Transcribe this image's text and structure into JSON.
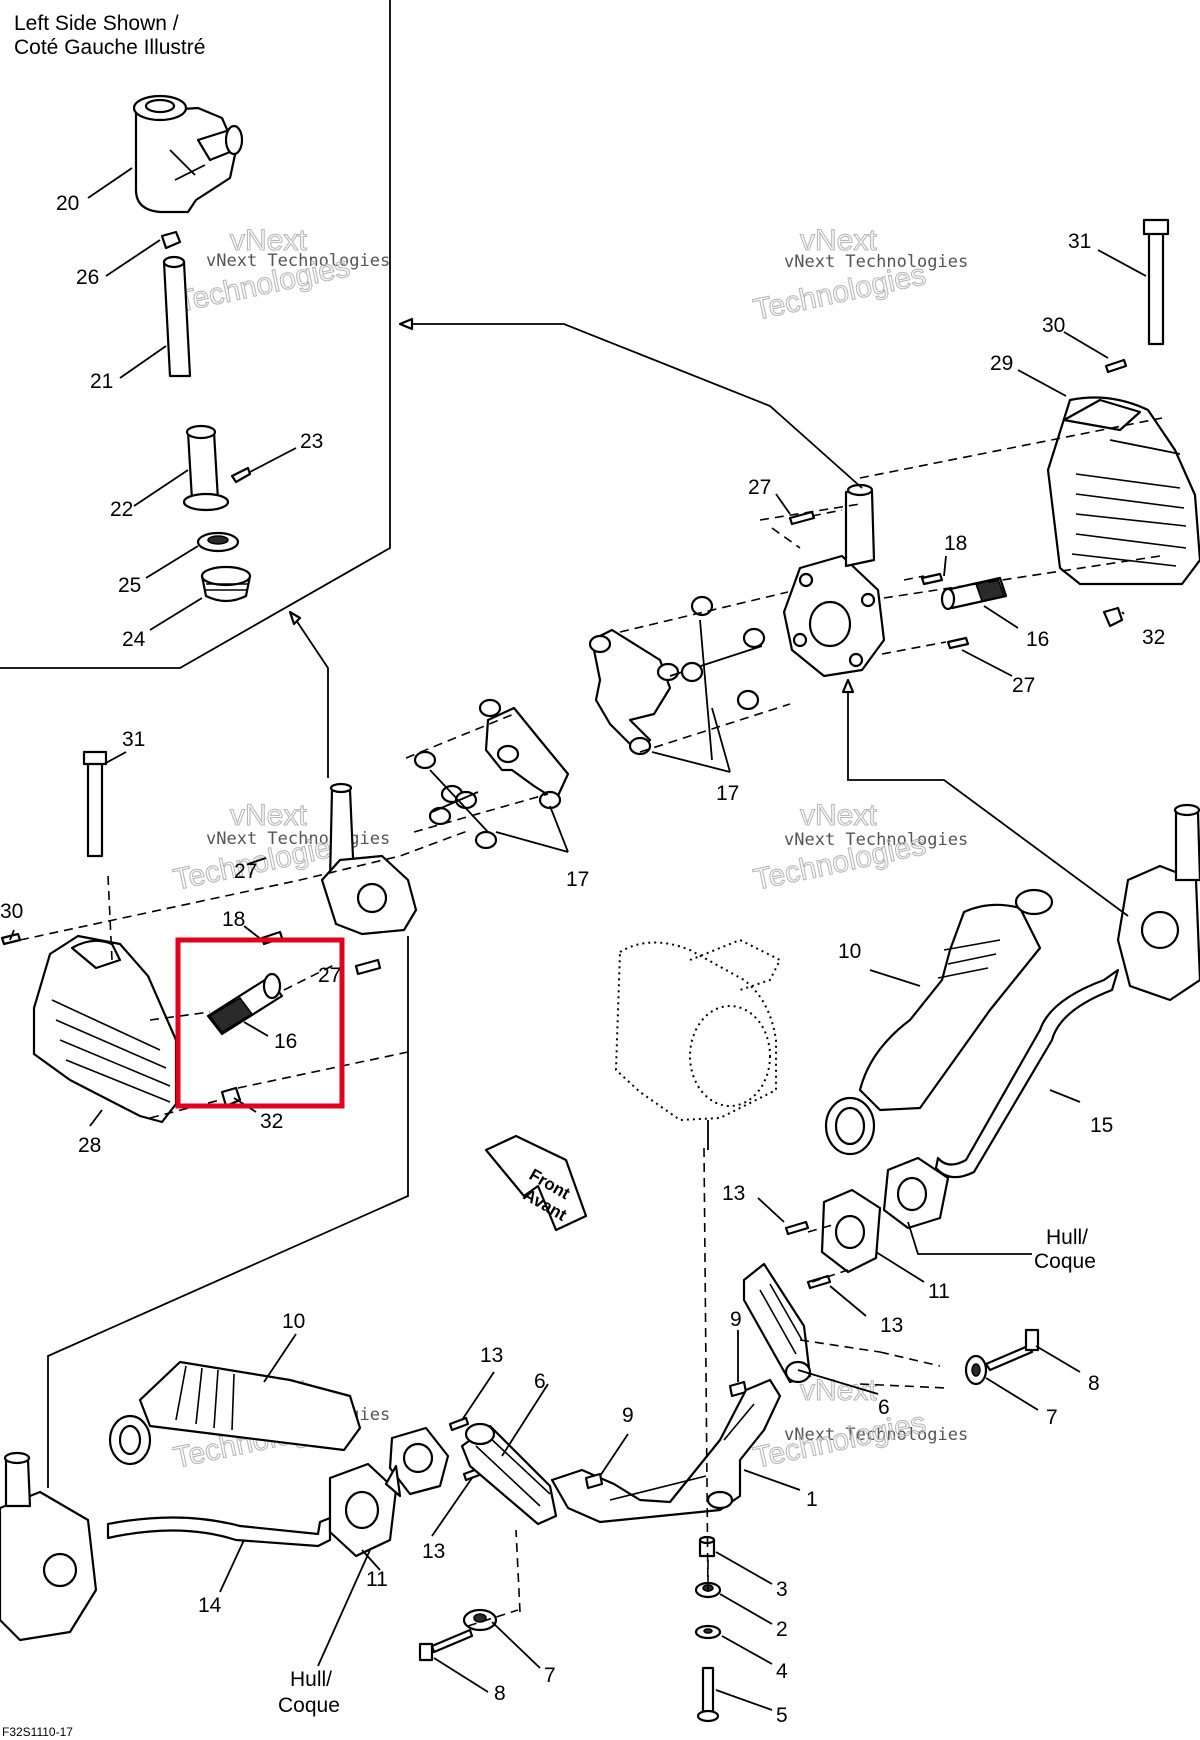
{
  "header_note": {
    "line1": "Left Side Shown /",
    "line2": "Coté Gauche Illustré"
  },
  "watermark": {
    "small": "vNext Technologies",
    "large_a": "vNext",
    "large_b": "Technologies"
  },
  "direction_arrow": {
    "line1": "Front",
    "line2": "Avant"
  },
  "hull_label": {
    "line1": "Hull/",
    "line2": "Coque"
  },
  "drawing_code": "F32S1110-17",
  "highlight": {
    "color": "#e3001b",
    "part": "16"
  },
  "callouts": [
    {
      "label": "20"
    },
    {
      "label": "26"
    },
    {
      "label": "21"
    },
    {
      "label": "23"
    },
    {
      "label": "22"
    },
    {
      "label": "25"
    },
    {
      "label": "24"
    },
    {
      "label": "31"
    },
    {
      "label": "30"
    },
    {
      "label": "29"
    },
    {
      "label": "27"
    },
    {
      "label": "18"
    },
    {
      "label": "16"
    },
    {
      "label": "32"
    },
    {
      "label": "27"
    },
    {
      "label": "17"
    },
    {
      "label": "31"
    },
    {
      "label": "27"
    },
    {
      "label": "17"
    },
    {
      "label": "30"
    },
    {
      "label": "18"
    },
    {
      "label": "27"
    },
    {
      "label": "16"
    },
    {
      "label": "32"
    },
    {
      "label": "28"
    },
    {
      "label": "10"
    },
    {
      "label": "15"
    },
    {
      "label": "13"
    },
    {
      "label": "11"
    },
    {
      "label": "13"
    },
    {
      "label": "9"
    },
    {
      "label": "8"
    },
    {
      "label": "6"
    },
    {
      "label": "7"
    },
    {
      "label": "10"
    },
    {
      "label": "13"
    },
    {
      "label": "6"
    },
    {
      "label": "9"
    },
    {
      "label": "1"
    },
    {
      "label": "13"
    },
    {
      "label": "11"
    },
    {
      "label": "14"
    },
    {
      "label": "3"
    },
    {
      "label": "2"
    },
    {
      "label": "4"
    },
    {
      "label": "5"
    },
    {
      "label": "7"
    },
    {
      "label": "8"
    }
  ]
}
